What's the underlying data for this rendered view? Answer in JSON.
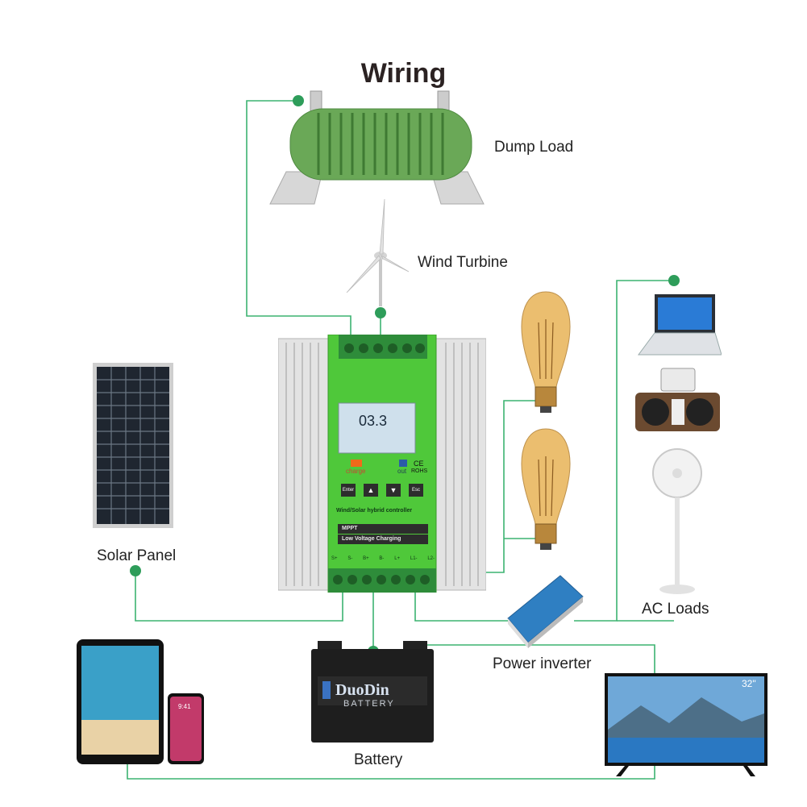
{
  "title": "Wiring",
  "labels": {
    "dump_load": "Dump Load",
    "wind_turbine": "Wind Turbine",
    "solar_panel": "Solar Panel",
    "ac_loads": "AC Loads",
    "power_inverter": "Power inverter",
    "battery": "Battery"
  },
  "controller": {
    "lcd_value": "03.3",
    "charge_label": "charge",
    "out_label": "out",
    "ce_mark": "CE",
    "rohs_mark": "ROHS",
    "buttons": {
      "enter": "Enter",
      "up": "▲",
      "down": "▼",
      "esc": "Esc"
    },
    "product_name": "Wind/Solar hybrid controller",
    "feature_1": "MPPT",
    "feature_2": "Low Voltage Charging",
    "terminals": [
      "S+",
      "S-",
      "B+",
      "B-",
      "L+",
      "L1-",
      "L2-"
    ]
  },
  "battery_brand": {
    "name": "DuoDin",
    "sub": "BATTERY"
  },
  "tv_size": "32\"",
  "phone_time": "9:41",
  "colors": {
    "wire": "#3cb371",
    "node": "#2e9d5a",
    "controller_green": "#4fc83a",
    "resistor_green": "#6aa857"
  }
}
